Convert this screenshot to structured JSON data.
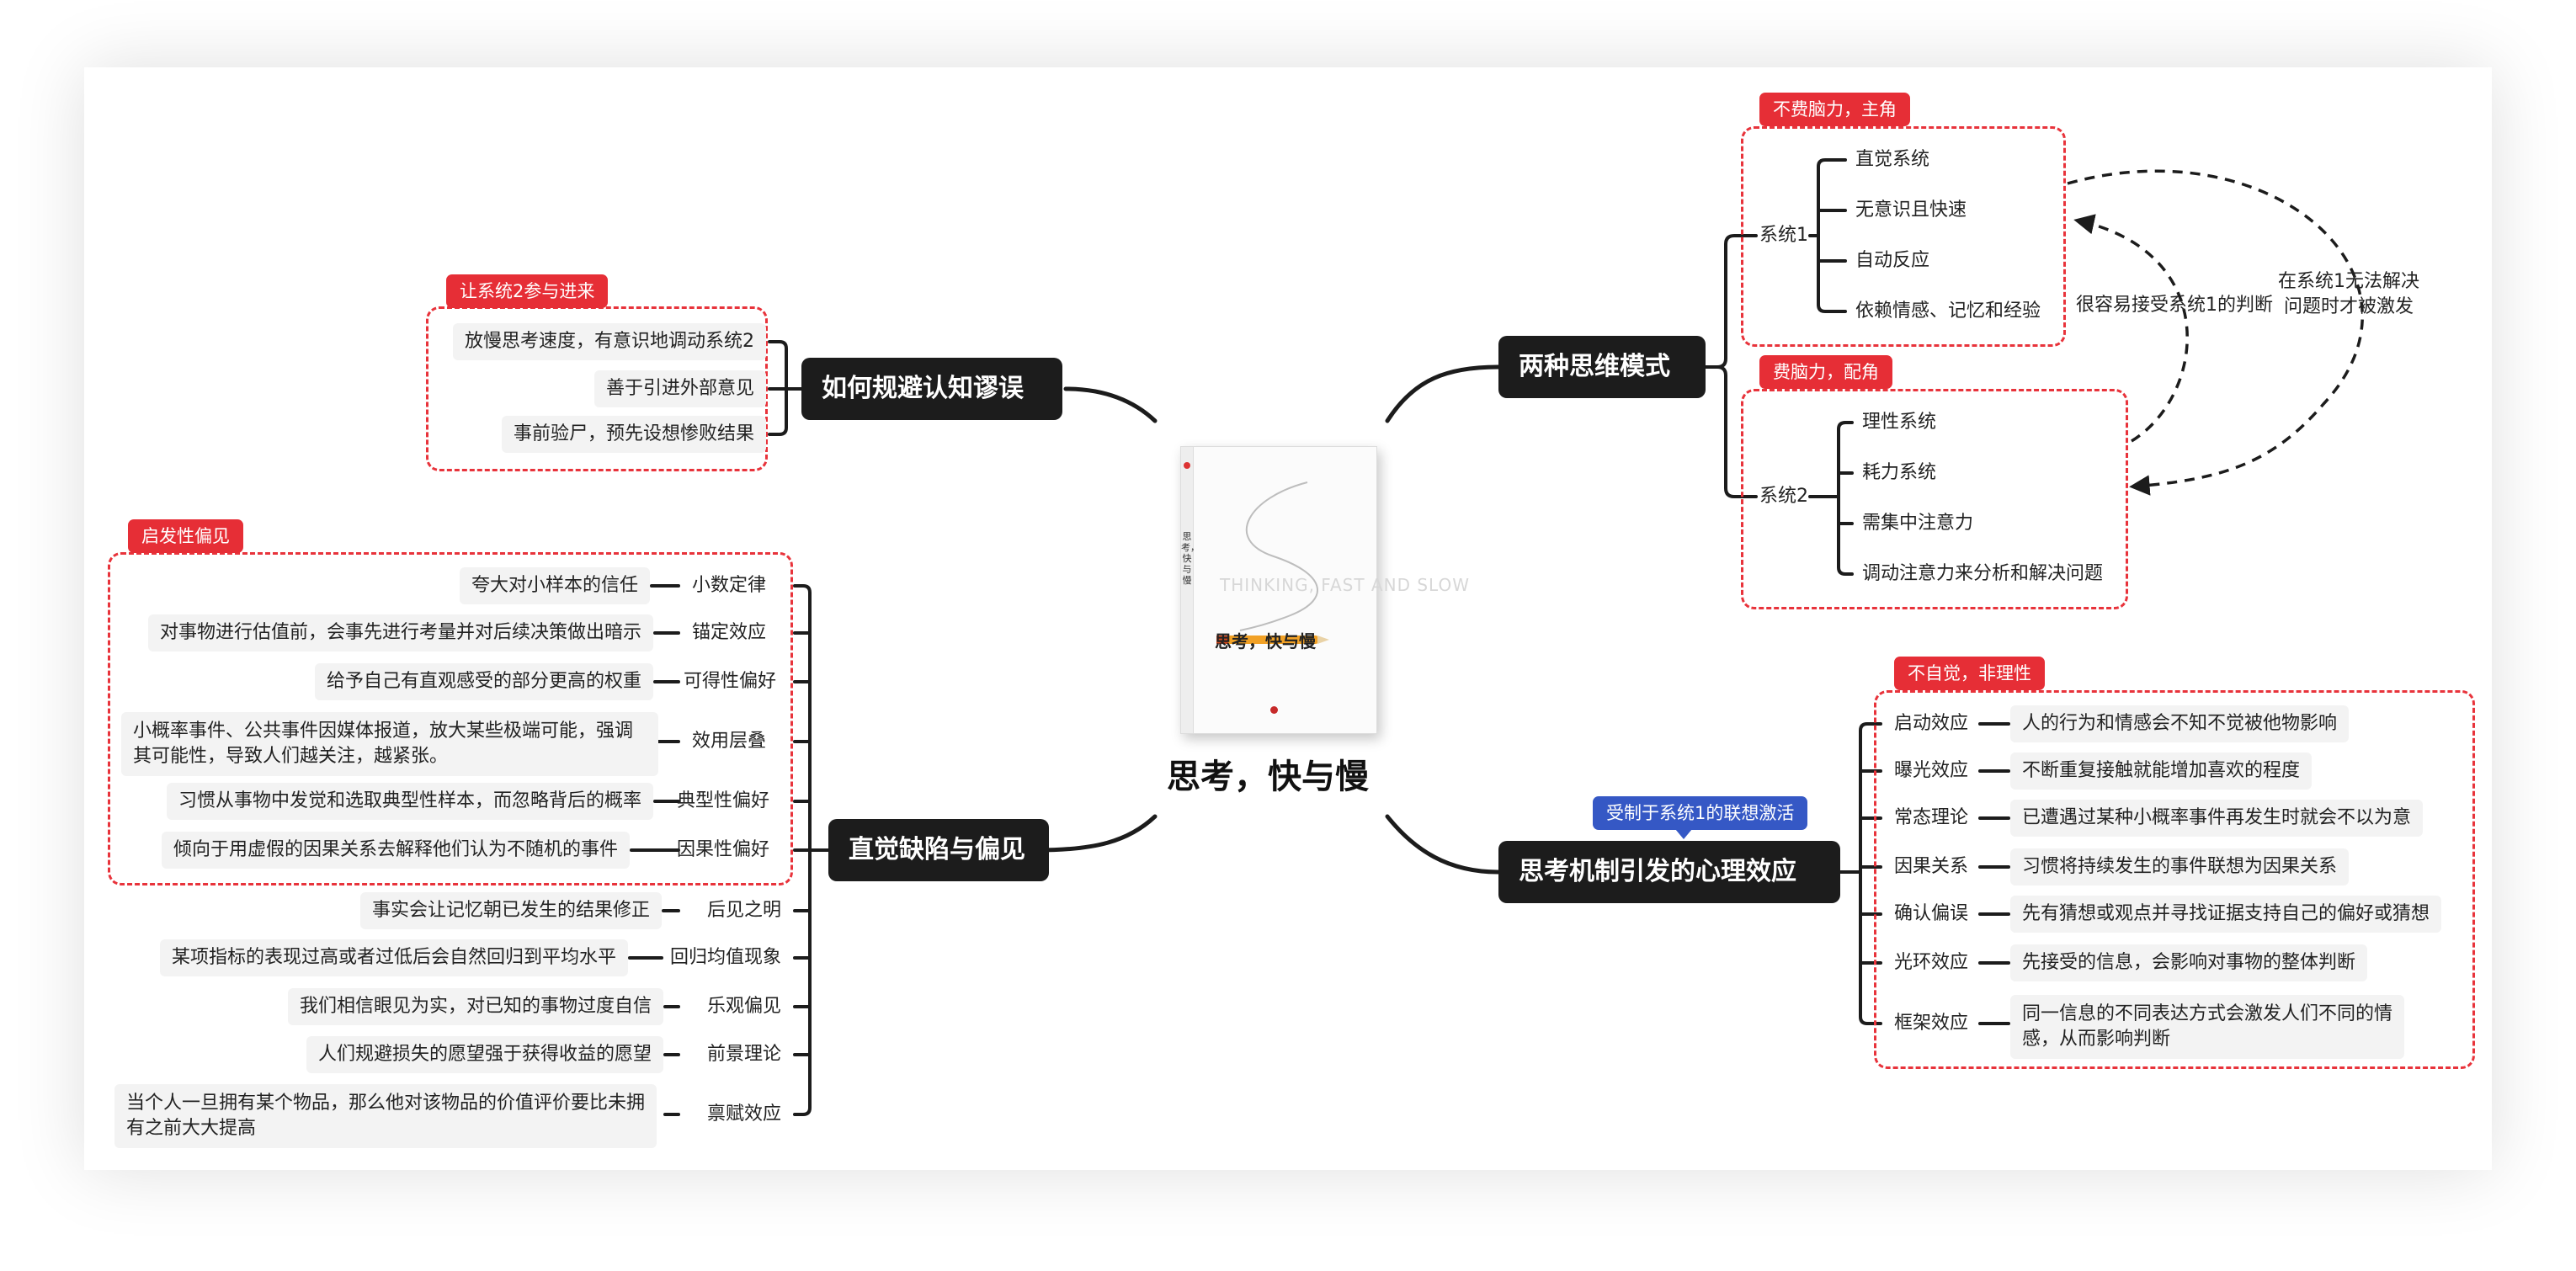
{
  "center": {
    "title": "思考，快与慢",
    "book_title": "思考，快与慢",
    "book_english": "THINKING, FAST AND SLOW",
    "book_vertical": "思考，快与慢"
  },
  "branches": {
    "modes": {
      "title": "两种思维模式",
      "system1": {
        "label": "系统1",
        "tag": "不费脑力，主角",
        "items": [
          "直觉系统",
          "无意识且快速",
          "自动反应",
          "依赖情感、记忆和经验"
        ]
      },
      "system2": {
        "label": "系统2",
        "tag": "费脑力，配角",
        "items": [
          "理性系统",
          "耗力系统",
          "需集中注意力",
          "调动注意力来分析和解决问题"
        ]
      },
      "arrow_left_note": "很容易接受系统1的判断",
      "arrow_right_note": "在系统1无法解决\n问题时才被激发"
    },
    "avoid": {
      "title": "如何规避认知谬误",
      "tag": "让系统2参与进来",
      "items": [
        "放慢思考速度，有意识地调动系统2",
        "善于引进外部意见",
        "事前验尸，预先设想惨败结果"
      ]
    },
    "biases": {
      "title": "直觉缺陷与偏见",
      "tag": "启发性偏见",
      "heuristics": [
        {
          "name": "小数定律",
          "desc": "夸大对小样本的信任"
        },
        {
          "name": "锚定效应",
          "desc": "对事物进行估值前，会事先进行考量并对后续决策做出暗示"
        },
        {
          "name": "可得性偏好",
          "desc": "给予自己有直观感受的部分更高的权重"
        },
        {
          "name": "效用层叠",
          "desc": "小概率事件、公共事件因媒体报道，放大某些极端可能，强调其可能性，导致人们越关注，越紧张。"
        },
        {
          "name": "典型性偏好",
          "desc": "习惯从事物中发觉和选取典型性样本，而忽略背后的概率"
        },
        {
          "name": "因果性偏好",
          "desc": "倾向于用虚假的因果关系去解释他们认为不随机的事件"
        }
      ],
      "others": [
        {
          "name": "后见之明",
          "desc": "事实会让记忆朝已发生的结果修正"
        },
        {
          "name": "回归均值现象",
          "desc": "某项指标的表现过高或者过低后会自然回归到平均水平"
        },
        {
          "name": "乐观偏见",
          "desc": "我们相信眼见为实，对已知的事物过度自信"
        },
        {
          "name": "前景理论",
          "desc": "人们规避损失的愿望强于获得收益的愿望"
        },
        {
          "name": "禀赋效应",
          "desc": "当个人一旦拥有某个物品，那么他对该物品的价值评价要比未拥有之前大大提高"
        }
      ]
    },
    "effects": {
      "title": "思考机制引发的心理效应",
      "tag_blue": "受制于系统1的联想激活",
      "tag_red": "不自觉，非理性",
      "items": [
        {
          "name": "启动效应",
          "desc": "人的行为和情感会不知不觉被他物影响"
        },
        {
          "name": "曝光效应",
          "desc": "不断重复接触就能增加喜欢的程度"
        },
        {
          "name": "常态理论",
          "desc": "已遭遇过某种小概率事件再发生时就会不以为意"
        },
        {
          "name": "因果关系",
          "desc": "习惯将持续发生的事件联想为因果关系"
        },
        {
          "name": "确认偏误",
          "desc": "先有猜想或观点并寻找证据支持自己的偏好或猜想"
        },
        {
          "name": "光环效应",
          "desc": "先接受的信息，会影响对事物的整体判断"
        },
        {
          "name": "框架效应",
          "desc": "同一信息的不同表达方式会激发人们不同的情感，从而影响判断"
        }
      ]
    }
  },
  "colors": {
    "dark_node": "#1c1c1c",
    "accent_red": "#e62e36",
    "accent_blue": "#3558c5",
    "leaf_bg": "#f3f3f3"
  }
}
